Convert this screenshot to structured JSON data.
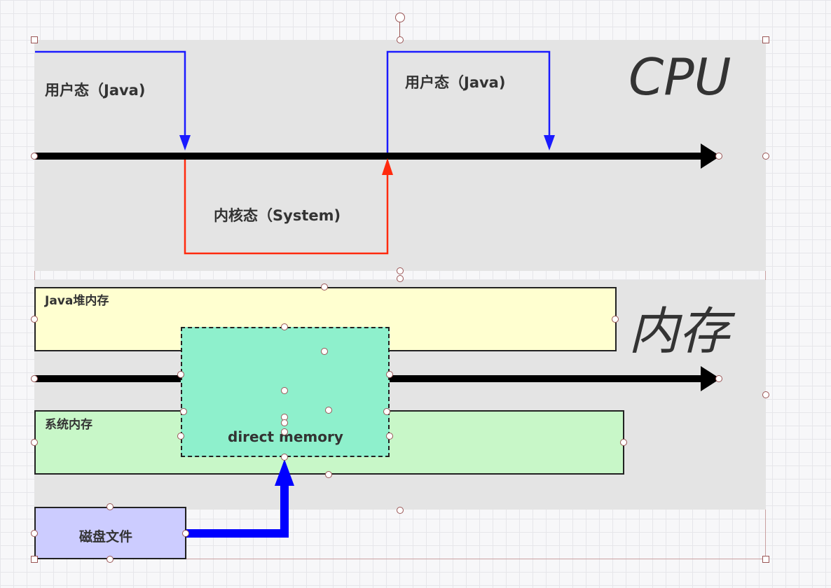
{
  "cpu": {
    "title": "CPU",
    "user_mode_label_1": "用户态（Java)",
    "user_mode_label_2": "用户态（Java)",
    "kernel_mode_label": "内核态（System)"
  },
  "memory": {
    "title": "内存",
    "java_heap_label": "Java堆内存",
    "system_memory_label": "系统内存",
    "direct_memory_label": "direct memory",
    "disk_file_label": "磁盘文件"
  },
  "colors": {
    "panel_bg": "#e4e4e4",
    "user_mode_line": "#1a1aff",
    "kernel_mode_line": "#ff2a0e",
    "java_heap_fill": "#ffffd0",
    "system_memory_fill": "#c8f7c8",
    "direct_memory_fill": "#8ef0cc",
    "disk_file_fill": "#ccccff",
    "disk_arrow": "#0000ff",
    "timeline": "#000000"
  }
}
